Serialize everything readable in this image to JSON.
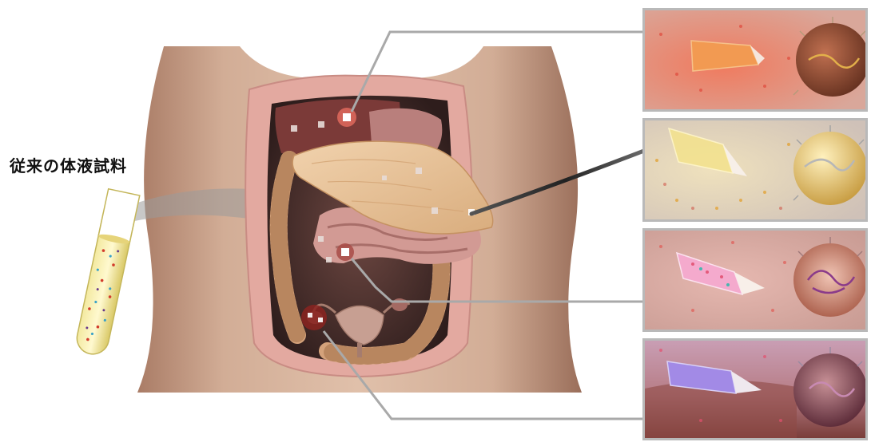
{
  "label": {
    "text": "従来の体液試料"
  },
  "colors": {
    "skin": "#c9a088",
    "cavity": "#5a3a36",
    "pancreas": "#e8c196",
    "intestine": "#d59f95",
    "tube_liquid": "#ead97a",
    "connector": "#a9a9a9",
    "panel_border": "#b9b9b9"
  },
  "panels": [
    {
      "theme": "liver",
      "bg": "#e6a898",
      "patch": "#f08a48",
      "cell": "#8a4a2e"
    },
    {
      "theme": "pancreas",
      "bg": "#d9cfc6",
      "patch": "#f1de86",
      "cell": "#e8c26a"
    },
    {
      "theme": "ovary",
      "bg": "#dcb2aa",
      "patch": "#f2a8c8",
      "cell": "#c9735e"
    },
    {
      "theme": "uterus",
      "bg": "#c89aa6",
      "patch": "#b98ee0",
      "cell": "#8e4a62"
    }
  ]
}
